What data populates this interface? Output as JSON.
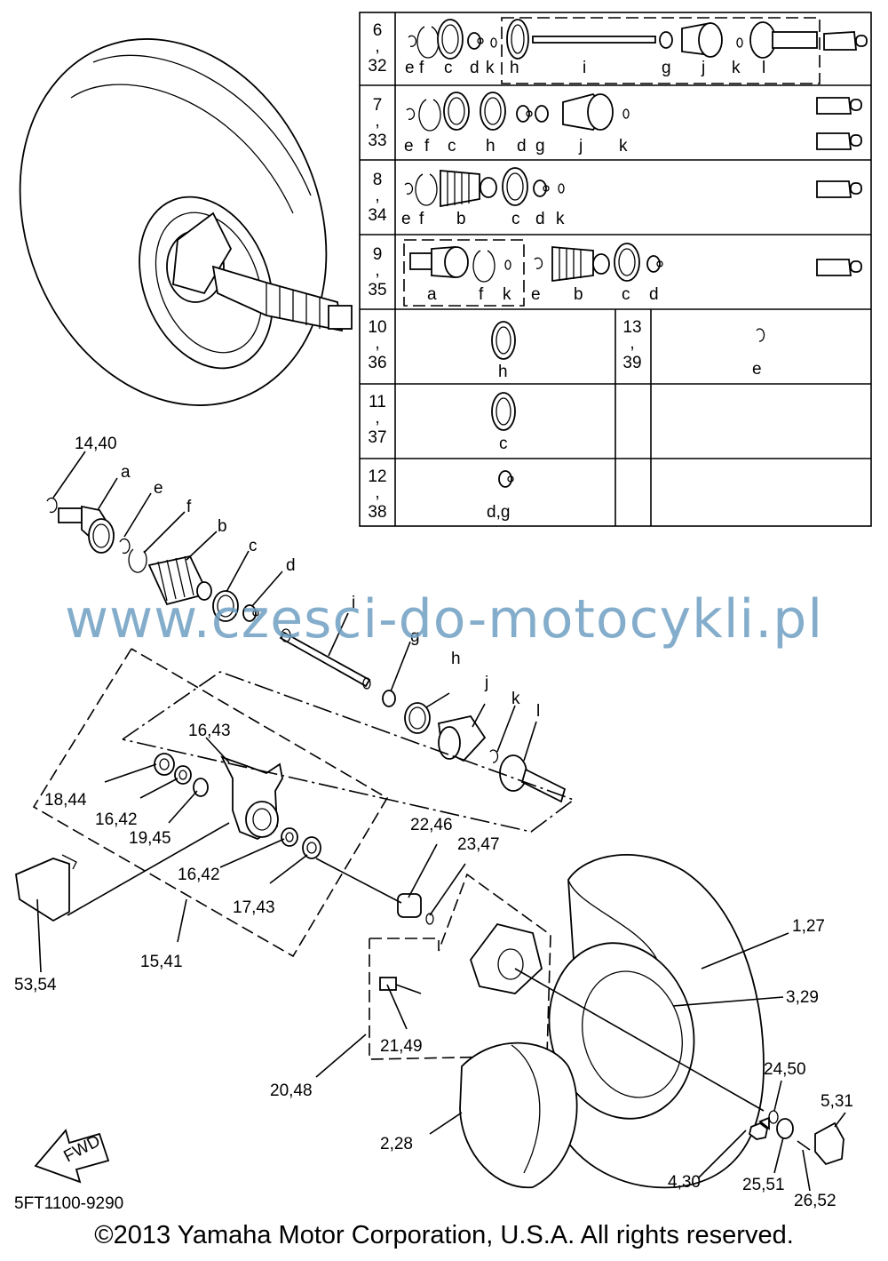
{
  "watermark": "www.czesci-do-motocykli.pl",
  "part_code": "5FT1100-9290",
  "copyright": "©2013 Yamaha Motor Corporation, U.S.A. All rights reserved.",
  "fwd_label": "FWD",
  "table": {
    "rows": [
      {
        "num_top": "6",
        "sep": ",",
        "num_bottom": "32",
        "letters": [
          "e",
          "f",
          "c",
          "d",
          "k",
          "h",
          "i",
          "g",
          "j",
          "k",
          "l"
        ]
      },
      {
        "num_top": "7",
        "sep": ",",
        "num_bottom": "33",
        "letters": [
          "e",
          "f",
          "c",
          "h",
          "d",
          "g",
          "j",
          "k"
        ]
      },
      {
        "num_top": "8",
        "sep": ",",
        "num_bottom": "34",
        "letters": [
          "e",
          "f",
          "b",
          "c",
          "d",
          "k"
        ]
      },
      {
        "num_top": "9",
        "sep": ",",
        "num_bottom": "35",
        "letters": [
          "a",
          "f",
          "k",
          "e",
          "b",
          "c",
          "d"
        ]
      },
      {
        "num_top": "10",
        "sep": ",",
        "num_bottom": "36",
        "letters": [
          "h"
        ]
      },
      {
        "num_top": "11",
        "sep": ",",
        "num_bottom": "37",
        "letters": [
          "c"
        ]
      },
      {
        "num_top": "12",
        "sep": ",",
        "num_bottom": "38",
        "letters": [
          "d,g"
        ]
      },
      {
        "num_top": "13",
        "sep": ",",
        "num_bottom": "39",
        "letters": [
          "e"
        ]
      }
    ]
  },
  "callouts": {
    "c14_40": "14,40",
    "a": "a",
    "e": "e",
    "f": "f",
    "b": "b",
    "c": "c",
    "d": "d",
    "i": "i",
    "g": "g",
    "h": "h",
    "j": "j",
    "k": "k",
    "l": "l",
    "c16_43": "16,43",
    "c18_44": "18,44",
    "c16_42a": "16,42",
    "c19_45": "19,45",
    "c16_42b": "16,42",
    "c17_43": "17,43",
    "c22_46": "22,46",
    "c23_47": "23,47",
    "c15_41": "15,41",
    "c53_54": "53,54",
    "c1_27": "1,27",
    "c3_29": "3,29",
    "c21_49": "21,49",
    "c20_48": "20,48",
    "c24_50": "24,50",
    "c5_31": "5,31",
    "c2_28": "2,28",
    "c4_30": "4,30",
    "c25_51": "25,51",
    "c26_52": "26,52"
  }
}
